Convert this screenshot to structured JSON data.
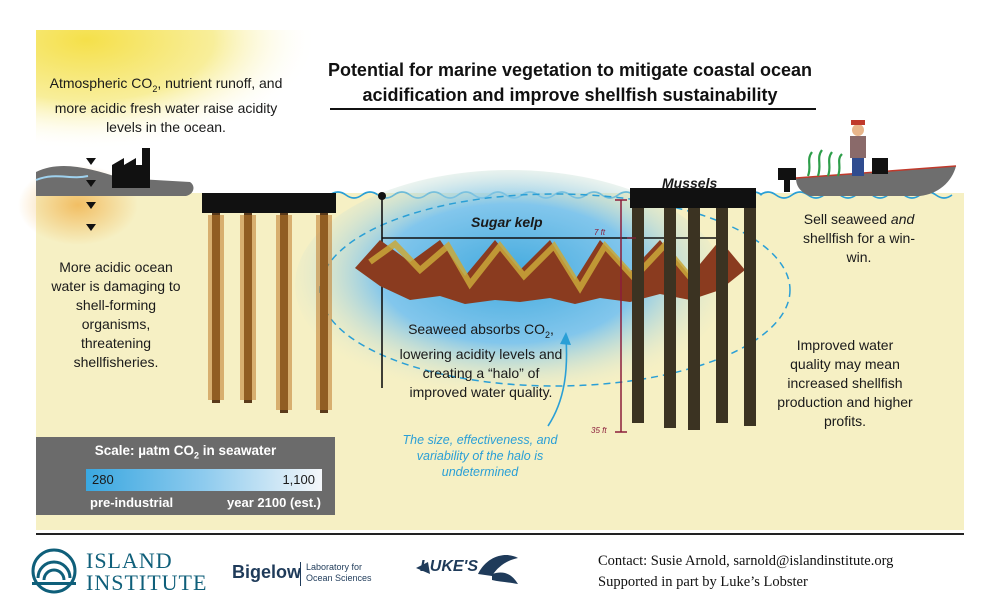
{
  "title": "Potential for marine vegetation to mitigate coastal ocean acidification and improve shellfish sustainability",
  "left": {
    "atmospheric_pre": "Atmospheric CO",
    "atmospheric_sub": "2",
    "atmospheric_post": ", nutrient runoff, and more acidic fresh water raise acidity levels in the ocean.",
    "damage": "More acidic ocean water is damaging to shell-forming organisms, threatening shellfisheries."
  },
  "center": {
    "kelp_label": "Sugar kelp",
    "mussels_label": "Mussels",
    "absorb_pre": "Seaweed absorbs CO",
    "absorb_sub": "2",
    "absorb_post": ", lowering acidity levels and creating a “halo” of improved water quality.",
    "halo_note": "The size, effectiveness, and variability of the halo is undetermined",
    "depth_top": "7 ft",
    "depth_bottom": "35 ft"
  },
  "right": {
    "sell_pre": "Sell seaweed ",
    "sell_em": "and",
    "sell_post": " shellfish for a win-win.",
    "improved": "Improved water quality may mean increased shellfish production and higher profits."
  },
  "scale": {
    "title_pre": "Scale: µatm CO",
    "title_sub": "2",
    "title_post": " in seawater",
    "min": "280",
    "max": "1,100",
    "left_label": "pre-industrial",
    "right_label": "year 2100 (est.)"
  },
  "logos": {
    "island_line1": "ISLAND",
    "island_line2": "INSTITUTE",
    "bigelow": "Bigelow",
    "bigelow_sub1": "Laboratory for",
    "bigelow_sub2": "Ocean Sciences",
    "lukes": "LUKE'S"
  },
  "footer": {
    "contact": "Contact: Susie Arnold, sarnold@islandinstitute.org",
    "support": "Supported in part by Luke’s Lobster"
  },
  "colors": {
    "ocean": "#f6f0c4",
    "sky_glow": "#f5e04a",
    "halo": "#5ab8ec",
    "dash": "#2a9fd6",
    "depth_line": "#8b1d3a",
    "brand_teal": "#0f5f7a",
    "scale_bg": "#6b6b6b"
  }
}
